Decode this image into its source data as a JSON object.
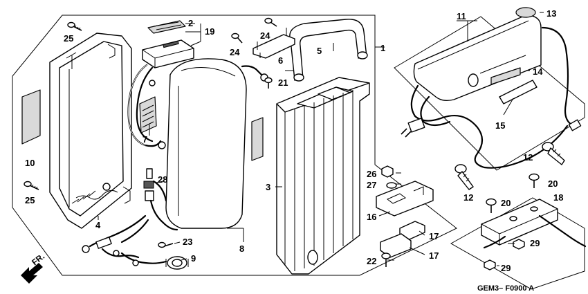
{
  "diagram": {
    "code": "GEM3– F0900 A",
    "direction_label": "FR.",
    "callouts": [
      {
        "id": "c1",
        "text": "1"
      },
      {
        "id": "c2",
        "text": "2"
      },
      {
        "id": "c3",
        "text": "3"
      },
      {
        "id": "c4",
        "text": "4"
      },
      {
        "id": "c5",
        "text": "5"
      },
      {
        "id": "c6",
        "text": "6"
      },
      {
        "id": "c7",
        "text": "7"
      },
      {
        "id": "c8",
        "text": "8"
      },
      {
        "id": "c9",
        "text": "9"
      },
      {
        "id": "c10",
        "text": "10"
      },
      {
        "id": "c11",
        "text": "11"
      },
      {
        "id": "c12a",
        "text": "12"
      },
      {
        "id": "c12b",
        "text": "12"
      },
      {
        "id": "c13",
        "text": "13"
      },
      {
        "id": "c14",
        "text": "14"
      },
      {
        "id": "c15",
        "text": "15"
      },
      {
        "id": "c16",
        "text": "16"
      },
      {
        "id": "c17a",
        "text": "17"
      },
      {
        "id": "c17b",
        "text": "17"
      },
      {
        "id": "c18",
        "text": "18"
      },
      {
        "id": "c19",
        "text": "19"
      },
      {
        "id": "c20a",
        "text": "20"
      },
      {
        "id": "c20b",
        "text": "20"
      },
      {
        "id": "c21",
        "text": "21"
      },
      {
        "id": "c22",
        "text": "22"
      },
      {
        "id": "c23",
        "text": "23"
      },
      {
        "id": "c24a",
        "text": "24"
      },
      {
        "id": "c24b",
        "text": "24"
      },
      {
        "id": "c25a",
        "text": "25"
      },
      {
        "id": "c25b",
        "text": "25"
      },
      {
        "id": "c26",
        "text": "26"
      },
      {
        "id": "c27",
        "text": "27"
      },
      {
        "id": "c28",
        "text": "28"
      },
      {
        "id": "c29a",
        "text": "29"
      },
      {
        "id": "c29b",
        "text": "29"
      }
    ]
  }
}
